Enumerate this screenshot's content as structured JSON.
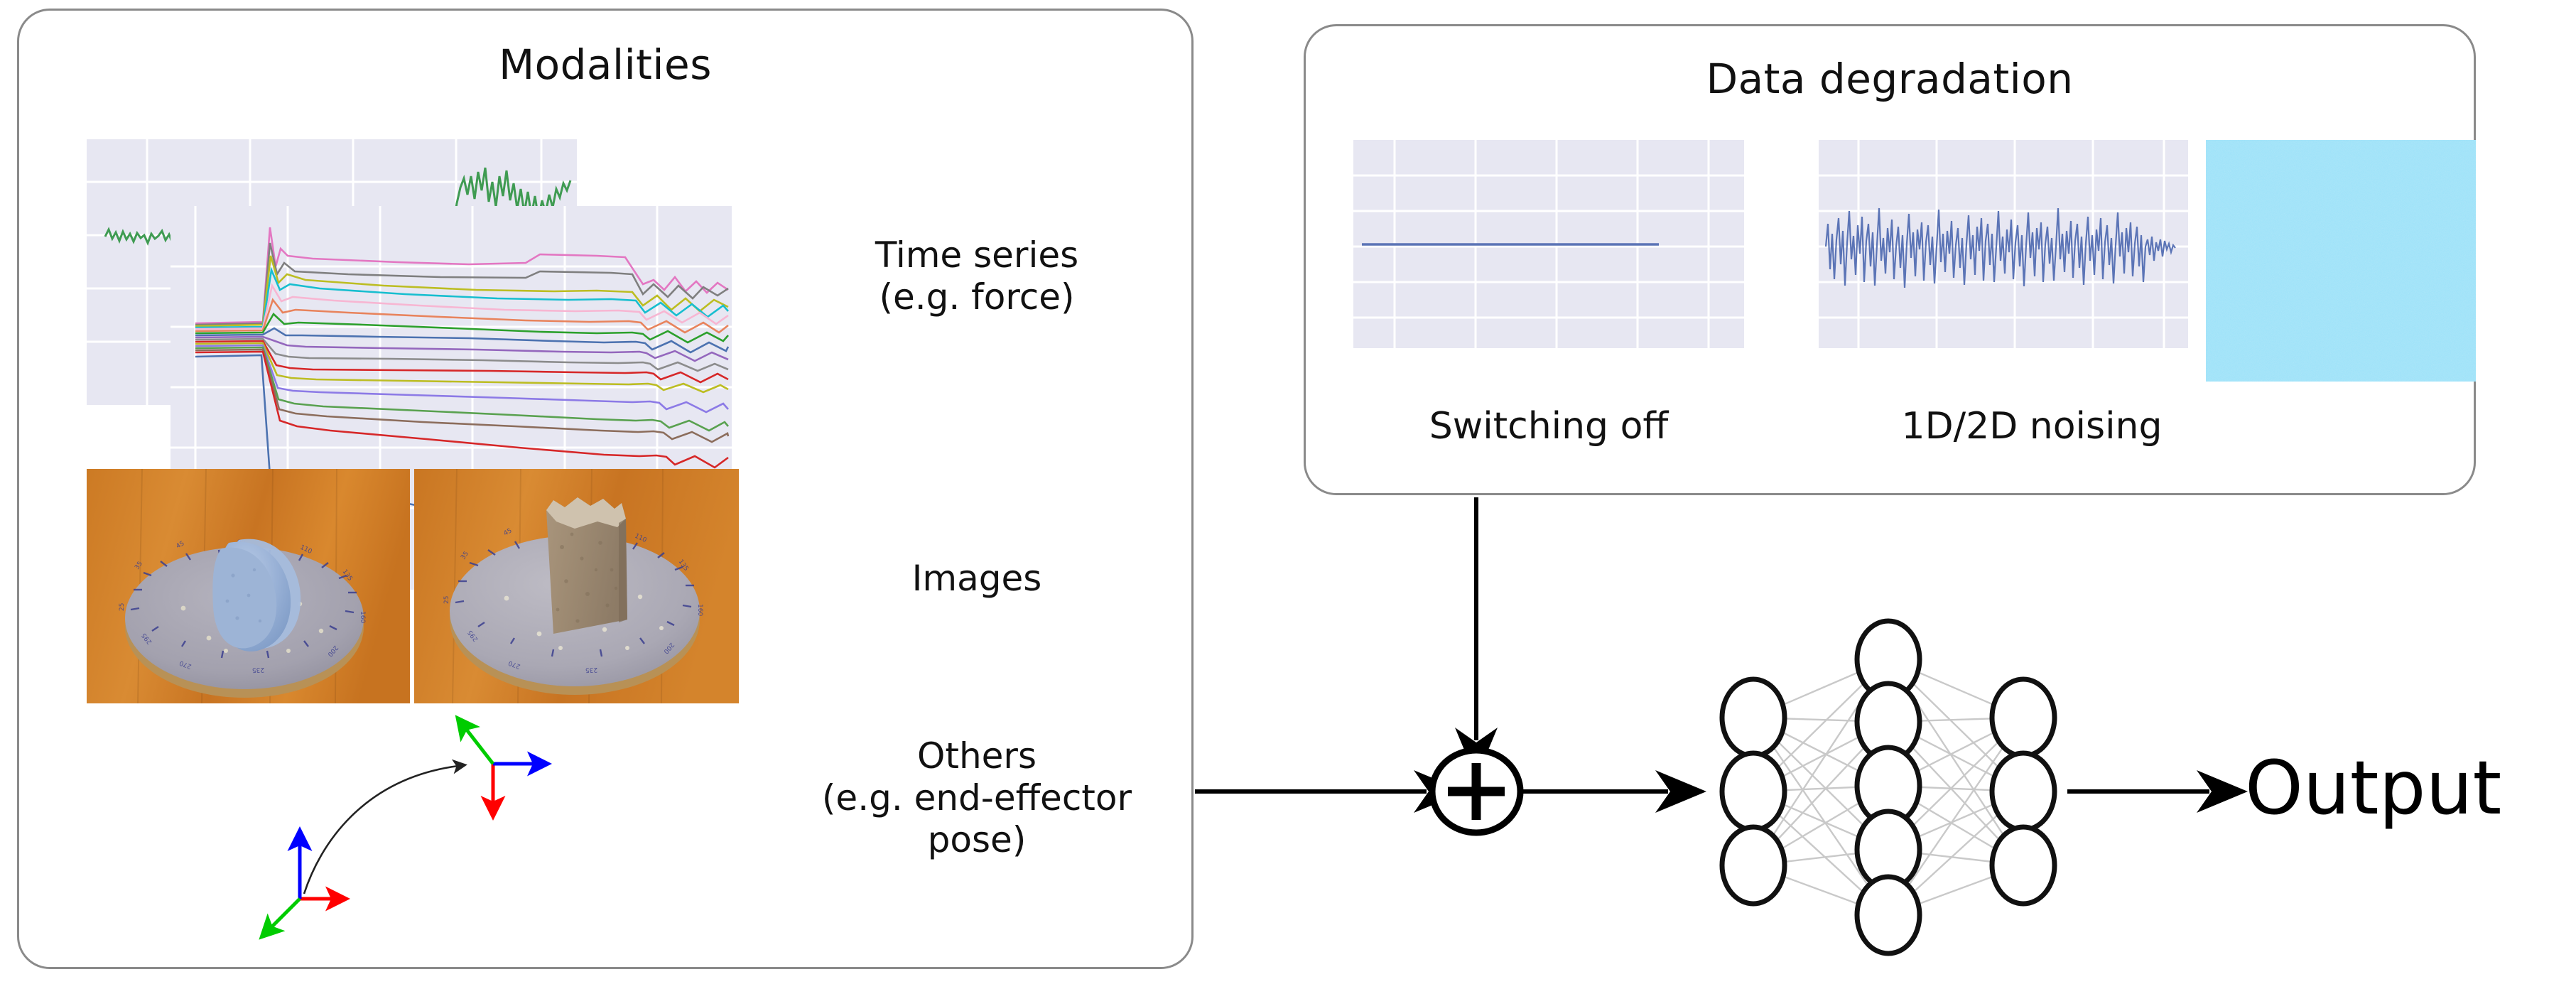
{
  "diagram": {
    "type": "pipeline-flow-diagram",
    "panels": [
      {
        "id": "modalities",
        "title": "Modalities"
      },
      {
        "id": "degradation",
        "title": "Data degradation"
      }
    ]
  },
  "modalities": {
    "title": "Modalities",
    "rows": [
      {
        "key": "time_series",
        "label_line1": "Time series",
        "label_line2": "(e.g. force)"
      },
      {
        "key": "images",
        "label_line1": "Images",
        "label_line2": ""
      },
      {
        "key": "others",
        "label_line1": "Others",
        "label_line2": "(e.g. end-effector",
        "label_line3": "pose)"
      }
    ],
    "timeseries_back_plot": {
      "name": "single-channel-force-plot",
      "series_color": "#3f9b52",
      "background": "#e7e7f2"
    },
    "timeseries_front_plot": {
      "name": "multi-channel-force-plot",
      "background": "#e7e7f2"
    },
    "images": [
      {
        "name": "blue-foam-disc-on-turntable",
        "object": "blue foam disc",
        "surface": "wood table"
      },
      {
        "name": "porous-stone-block-on-turntable",
        "object": "porous stone block",
        "surface": "wood table"
      }
    ],
    "pose_frames": {
      "name": "end-effector-pose-frames",
      "axis_colors": {
        "x": "#ff0000",
        "y": "#00cc00",
        "z": "#0000ff"
      },
      "trajectory_color": "#222222",
      "frame_count": 2
    }
  },
  "degradation": {
    "title": "Data degradation",
    "items": [
      {
        "key": "switching_off",
        "caption": "Switching off",
        "plot_type": "flat-line",
        "line_color": "#5b74b6",
        "background": "#e7e7f2"
      },
      {
        "key": "noising_1d",
        "caption": "1D/2D noising",
        "plot_type": "noisy-line",
        "line_color": "#5b74b6",
        "background": "#e7e7f2"
      },
      {
        "key": "noising_2d",
        "caption": "",
        "plot_type": "noise-image",
        "noise_color": "#4ca3dd"
      }
    ],
    "captions": [
      "Switching off",
      "1D/2D noising"
    ]
  },
  "flow": {
    "sum_symbol": "+",
    "sum_node_name": "sum-junction",
    "arrows": [
      {
        "name": "modalities-to-sum-arrow",
        "direction": "right"
      },
      {
        "name": "degradation-to-sum-arrow",
        "direction": "down"
      },
      {
        "name": "sum-to-network-arrow",
        "direction": "right"
      },
      {
        "name": "network-to-output-arrow",
        "direction": "right"
      }
    ]
  },
  "network": {
    "name": "neural-network",
    "layers": [
      {
        "name": "input-layer",
        "nodes": 3
      },
      {
        "name": "hidden-layer",
        "nodes": 5
      },
      {
        "name": "output-layer",
        "nodes": 3
      }
    ],
    "node_stroke": "#111111",
    "edge_stroke": "#c9c9c9"
  },
  "output": {
    "label": "Output"
  },
  "colors": {
    "panel_border": "#8a8a8a",
    "plot_background": "#e7e7f2",
    "grid": "#ffffff",
    "axis_x": "#ff0000",
    "axis_y": "#00cc00",
    "axis_z": "#0000ff",
    "noise_blue": "#4ca3dd",
    "line_blue": "#5b74b6",
    "line_green": "#3f9b52"
  }
}
